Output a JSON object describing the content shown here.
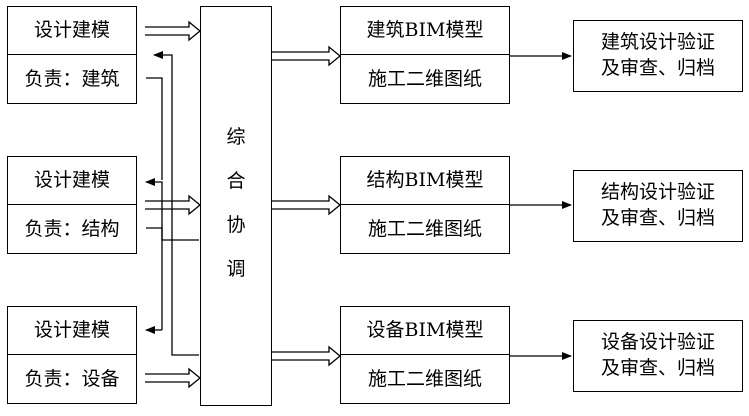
{
  "design_units": [
    {
      "task": "设计建模",
      "owner": "负责：建筑"
    },
    {
      "task": "设计建模",
      "owner": "负责：结构"
    },
    {
      "task": "设计建模",
      "owner": "负责：设备"
    }
  ],
  "coordination": {
    "chars": [
      "综",
      "合",
      "协",
      "调"
    ]
  },
  "model_outputs": [
    {
      "model": "建筑BIM模型",
      "drawing": "施工二维图纸"
    },
    {
      "model": "结构BIM模型",
      "drawing": "施工二维图纸"
    },
    {
      "model": "设备BIM模型",
      "drawing": "施工二维图纸"
    }
  ],
  "verification": [
    {
      "line1": "建筑设计验证",
      "line2": "及审查、归档"
    },
    {
      "line1": "结构设计验证",
      "line2": "及审查、归档"
    },
    {
      "line1": "设备设计验证",
      "line2": "及审查、归档"
    }
  ]
}
